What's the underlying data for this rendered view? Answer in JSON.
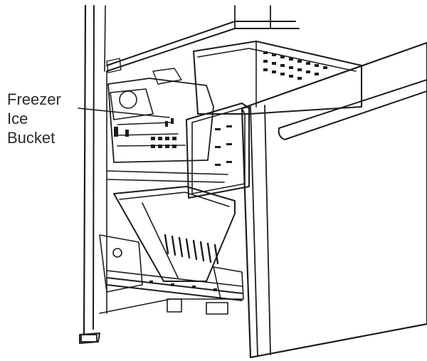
{
  "callout": {
    "lines": [
      "Freezer",
      "Ice",
      "Bucket"
    ]
  },
  "colors": {
    "line": "#1c1c1c",
    "text": "#2a2a2a",
    "fill": "#ffffff",
    "shade": "#f2f2f2"
  },
  "parts": [
    "freezer-cabinet",
    "ice-maker",
    "freezer-ice-bucket",
    "freezer-drawer",
    "drawer-handle",
    "upper-basket",
    "lower-basket",
    "drawer-slide-rail",
    "leveling-foot"
  ]
}
